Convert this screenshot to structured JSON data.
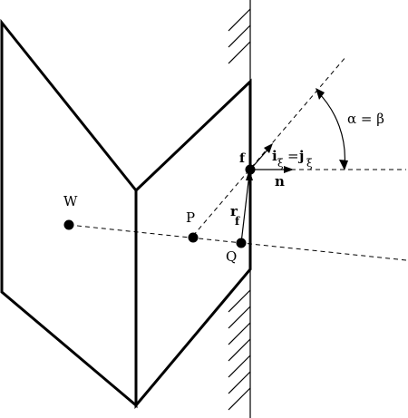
{
  "labels": {
    "W": "W",
    "P": "P",
    "Q": "Q",
    "f": "f",
    "r": "r",
    "r_sub": "f",
    "n": "n",
    "i": "i",
    "i_sub": "ξ",
    "eq": "=",
    "j": "j",
    "j_sub": "ξ",
    "angle_alpha": "α",
    "angle_eq": " = ",
    "angle_beta": "β"
  },
  "colors": {
    "stroke": "#000000",
    "background": "#ffffff"
  }
}
